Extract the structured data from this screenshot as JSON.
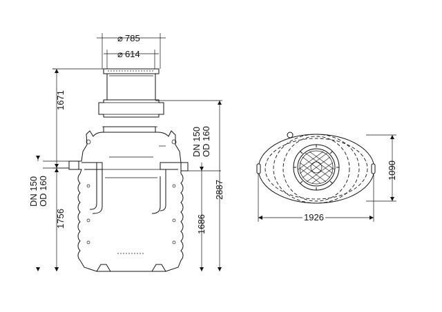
{
  "dimensions": {
    "top_outer_diameter": "785",
    "top_inner_diameter": "614",
    "riser_height": "1671",
    "inlet_label_line1": "DN 150",
    "inlet_label_line2": "OD 160",
    "outlet_label_line1": "DN 150",
    "outlet_label_line2": "OD 160",
    "inlet_height": "1756",
    "outlet_height": "1686",
    "total_height": "2887",
    "tank_length": "1926",
    "tank_width": "1090"
  },
  "symbols": {
    "diameter": "⌀"
  }
}
